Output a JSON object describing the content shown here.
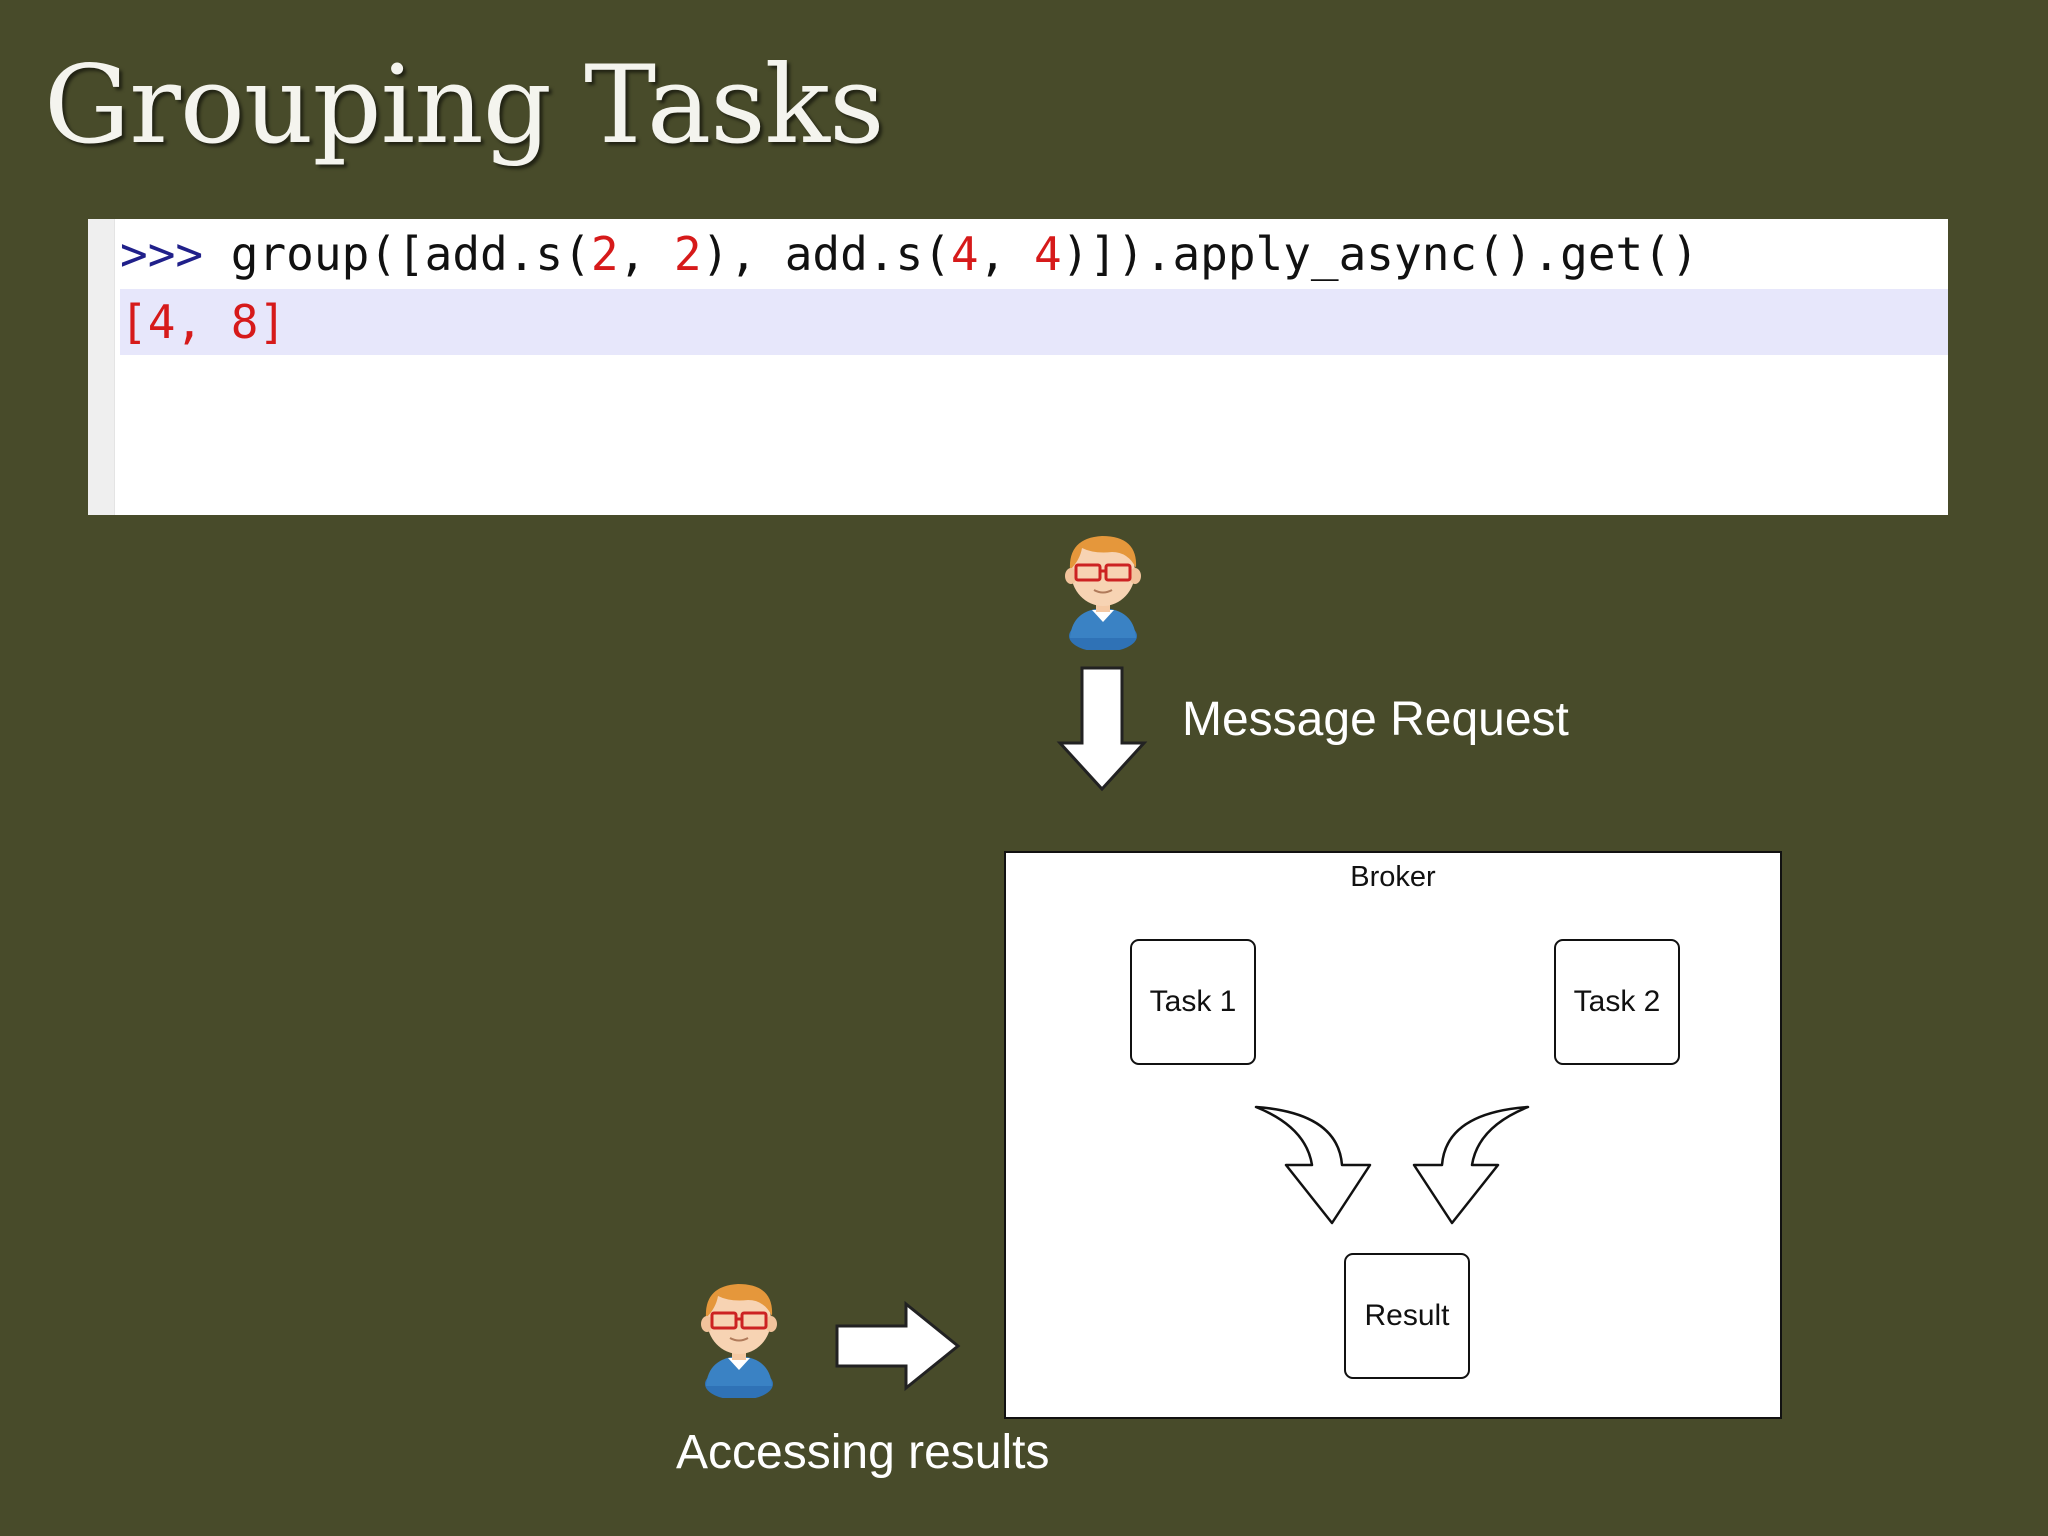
{
  "slide": {
    "title": "Grouping Tasks"
  },
  "code": {
    "prompt": ">>>",
    "call_prefix": " group([add.s(",
    "arg1a": "2",
    "sep1": ", ",
    "arg1b": "2",
    "mid": "), add.s(",
    "arg2a": "4",
    "sep2": ", ",
    "arg2b": "4",
    "call_suffix": ")]).apply_async().get()",
    "output": "[4, 8]"
  },
  "diagram": {
    "message_request_label": "Message Request",
    "accessing_results_label": "Accessing results",
    "broker": {
      "label": "Broker",
      "tasks": [
        "Task 1",
        "Task 2"
      ],
      "result": "Result"
    }
  },
  "icons": {
    "person": "person-with-glasses-icon",
    "arrow_down": "arrow-down-icon",
    "arrow_right": "arrow-right-icon",
    "curved_arrow": "curved-arrow-icon"
  },
  "colors": {
    "background": "#484b2a",
    "code_output": "#d61a1a",
    "code_prompt": "#20208a",
    "output_highlight": "#e7e7fb"
  }
}
